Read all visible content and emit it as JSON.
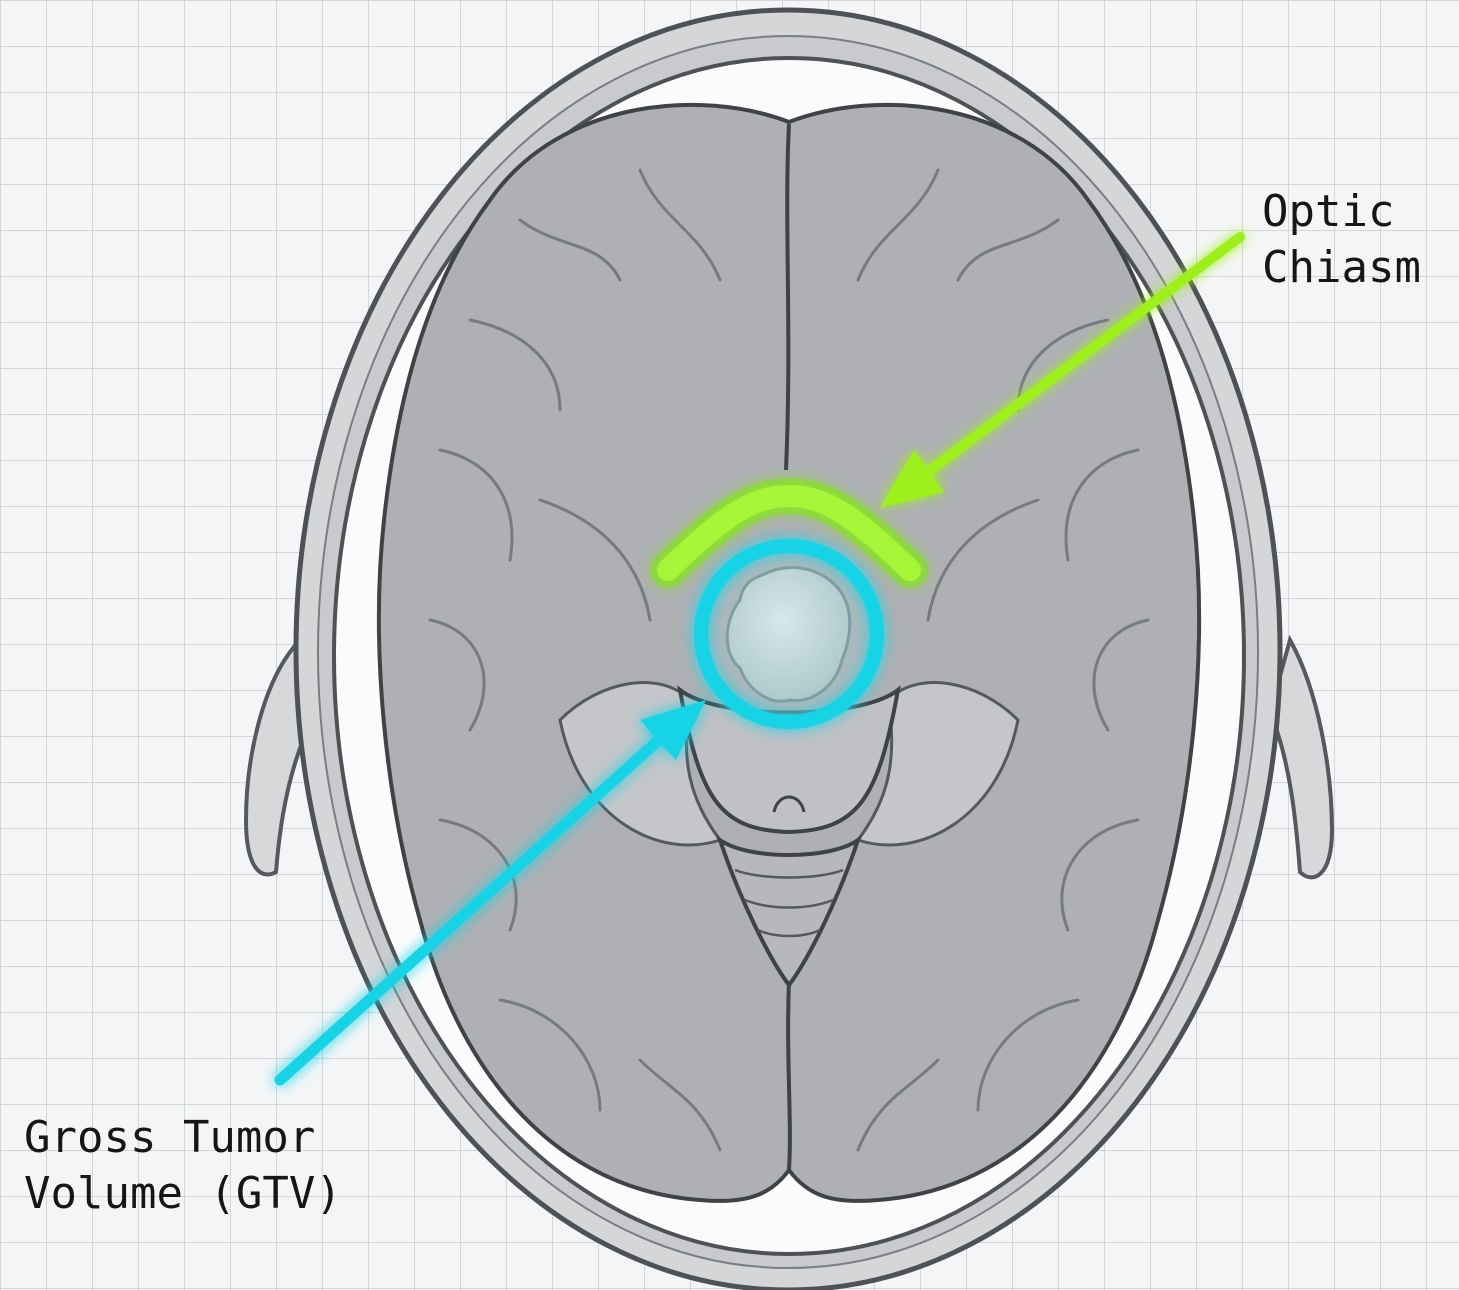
{
  "labels": {
    "optic_chiasm": {
      "line1": "Optic",
      "line2": "Chiasm",
      "color": "#9ef01a"
    },
    "gtv": {
      "line1": "Gross Tumor",
      "line2": "Volume (GTV)",
      "color": "#19d3e6"
    }
  },
  "colors": {
    "background": "#f4f5f6",
    "grid": "#d3d6d9",
    "skull": "#d9dadc",
    "brain": "#a9abae",
    "brain_outline": "#4a4c50",
    "chiasm_highlight": "#9ef01a",
    "gtv_highlight": "#19d3e6",
    "tumor": "#b8d3d6"
  }
}
